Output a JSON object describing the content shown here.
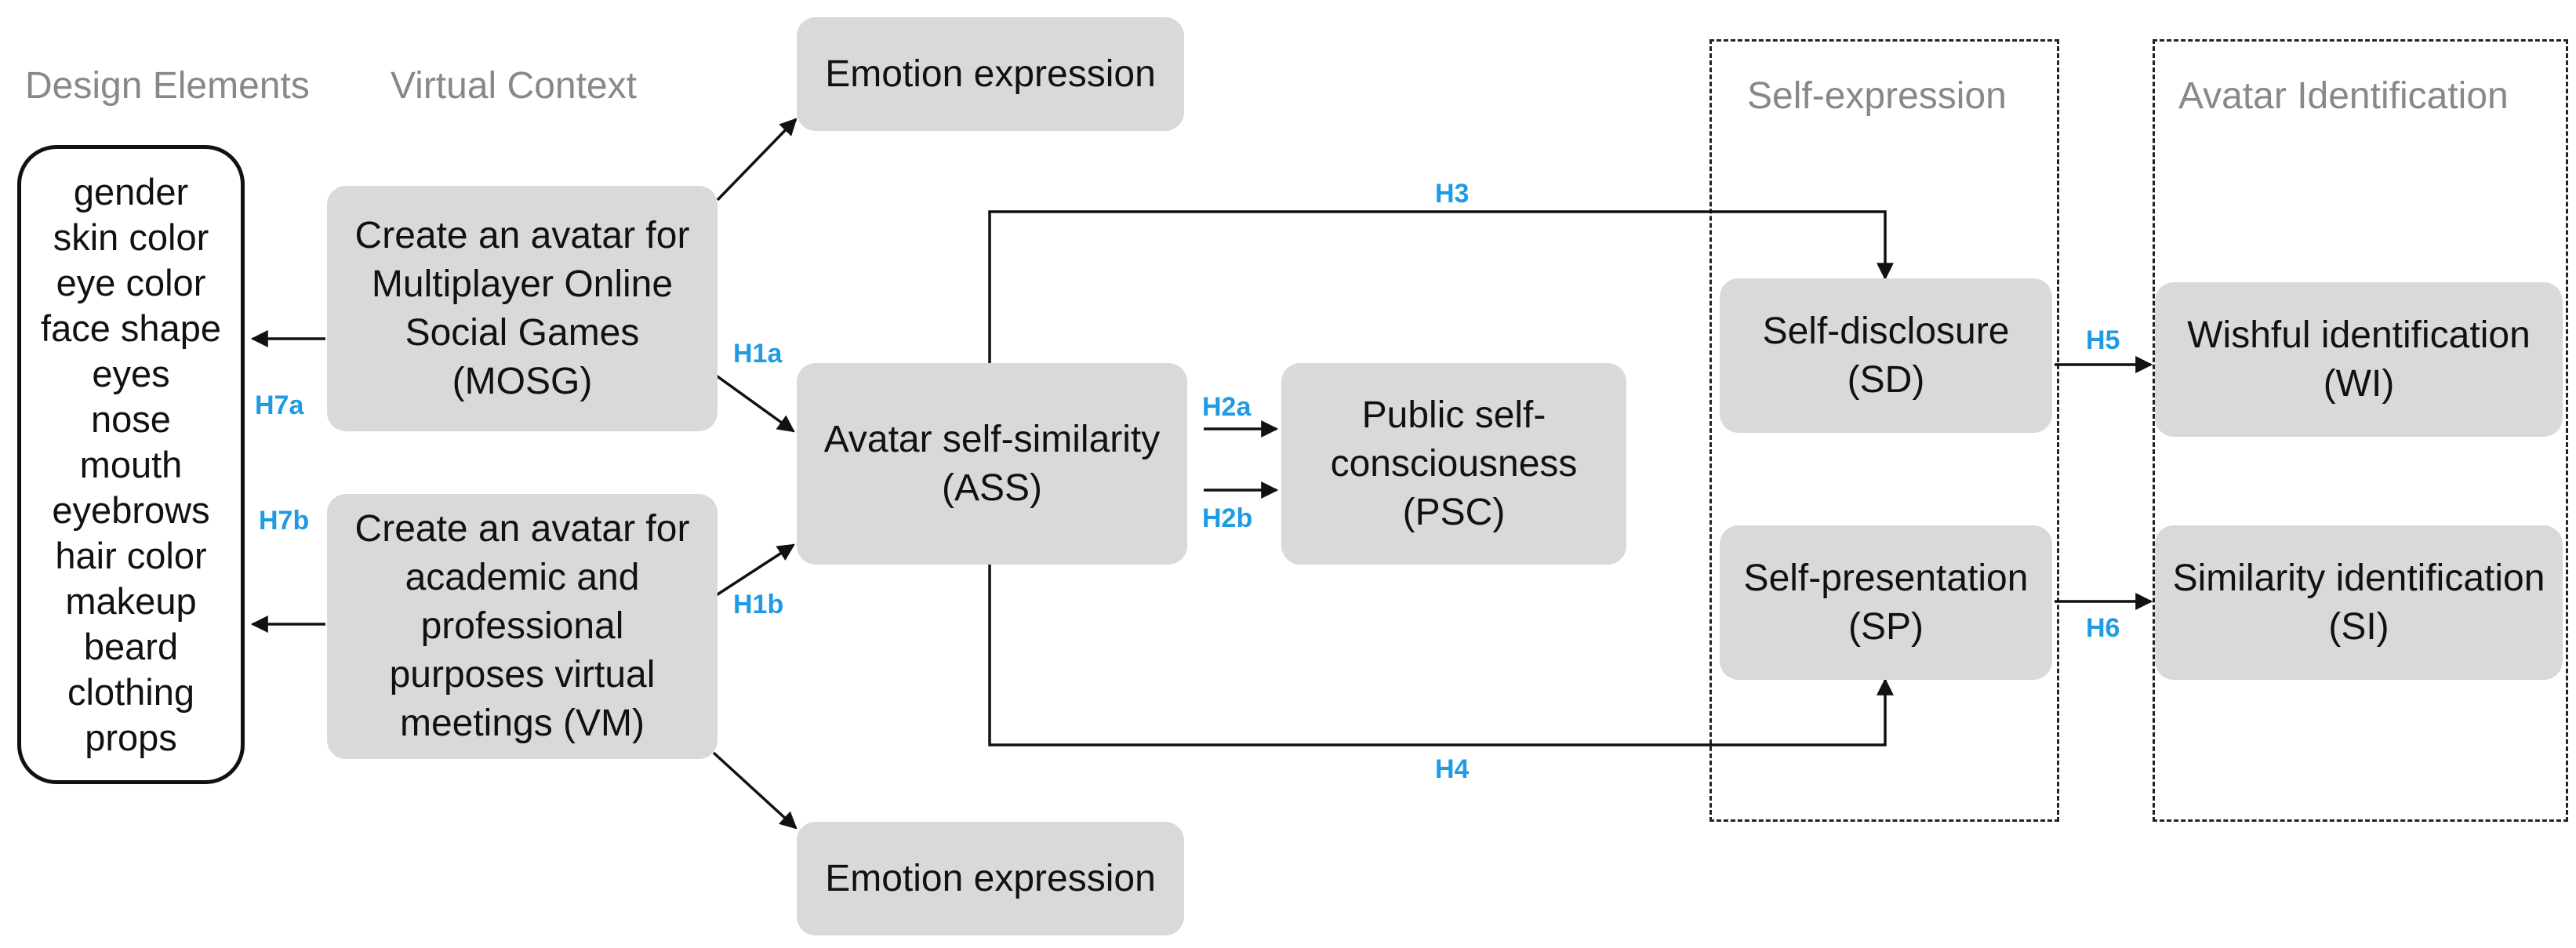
{
  "headers": {
    "design_elements": "Design Elements",
    "virtual_context": "Virtual Context",
    "self_expression": "Self-expression",
    "avatar_identification": "Avatar Identification"
  },
  "design_elements": [
    "gender",
    "skin color",
    "eye color",
    "face shape",
    "eyes",
    "nose",
    "mouth",
    "eyebrows",
    "hair color",
    "makeup",
    "beard",
    "clothing",
    "props"
  ],
  "nodes": {
    "emotion_top": {
      "lines": [
        "Emotion expression"
      ]
    },
    "mosg": {
      "lines": [
        "Create an avatar for",
        "Multiplayer Online",
        "Social Games",
        "(MOSG)"
      ]
    },
    "vm": {
      "lines": [
        "Create an avatar for",
        "academic and",
        "professional",
        "purposes virtual",
        "meetings (VM)"
      ]
    },
    "ass": {
      "lines": [
        "Avatar self-similarity",
        "(ASS)"
      ]
    },
    "psc": {
      "lines": [
        "Public self-",
        "consciousness",
        "(PSC)"
      ]
    },
    "sd": {
      "lines": [
        "Self-disclosure",
        "(SD)"
      ]
    },
    "sp": {
      "lines": [
        "Self-presentation",
        "(SP)"
      ]
    },
    "wi": {
      "lines": [
        "Wishful identification",
        "(WI)"
      ]
    },
    "si": {
      "lines": [
        "Similarity identification",
        "(SI)"
      ]
    },
    "emotion_bottom": {
      "lines": [
        "Emotion expression"
      ]
    }
  },
  "hypotheses": {
    "h1a": "H1a",
    "h1b": "H1b",
    "h2a": "H2a",
    "h2b": "H2b",
    "h3": "H3",
    "h4": "H4",
    "h5": "H5",
    "h6": "H6",
    "h7a": "H7a",
    "h7b": "H7b"
  },
  "colors": {
    "node_fill": "#d9d9d9",
    "hypothesis_label": "#1e9be4",
    "header_text": "#888888",
    "edge": "#111111"
  }
}
